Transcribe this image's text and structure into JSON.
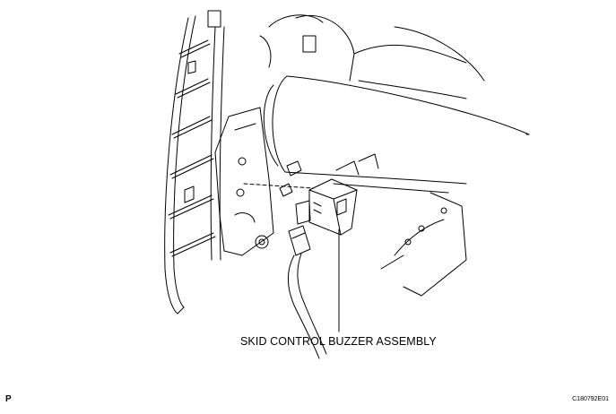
{
  "labels": {
    "part": "SKID CONTROL BUZZER ASSEMBLY",
    "corner_mark": "P",
    "figure_code": "C180792E01"
  },
  "colors": {
    "line": "#000000",
    "background": "#ffffff"
  }
}
